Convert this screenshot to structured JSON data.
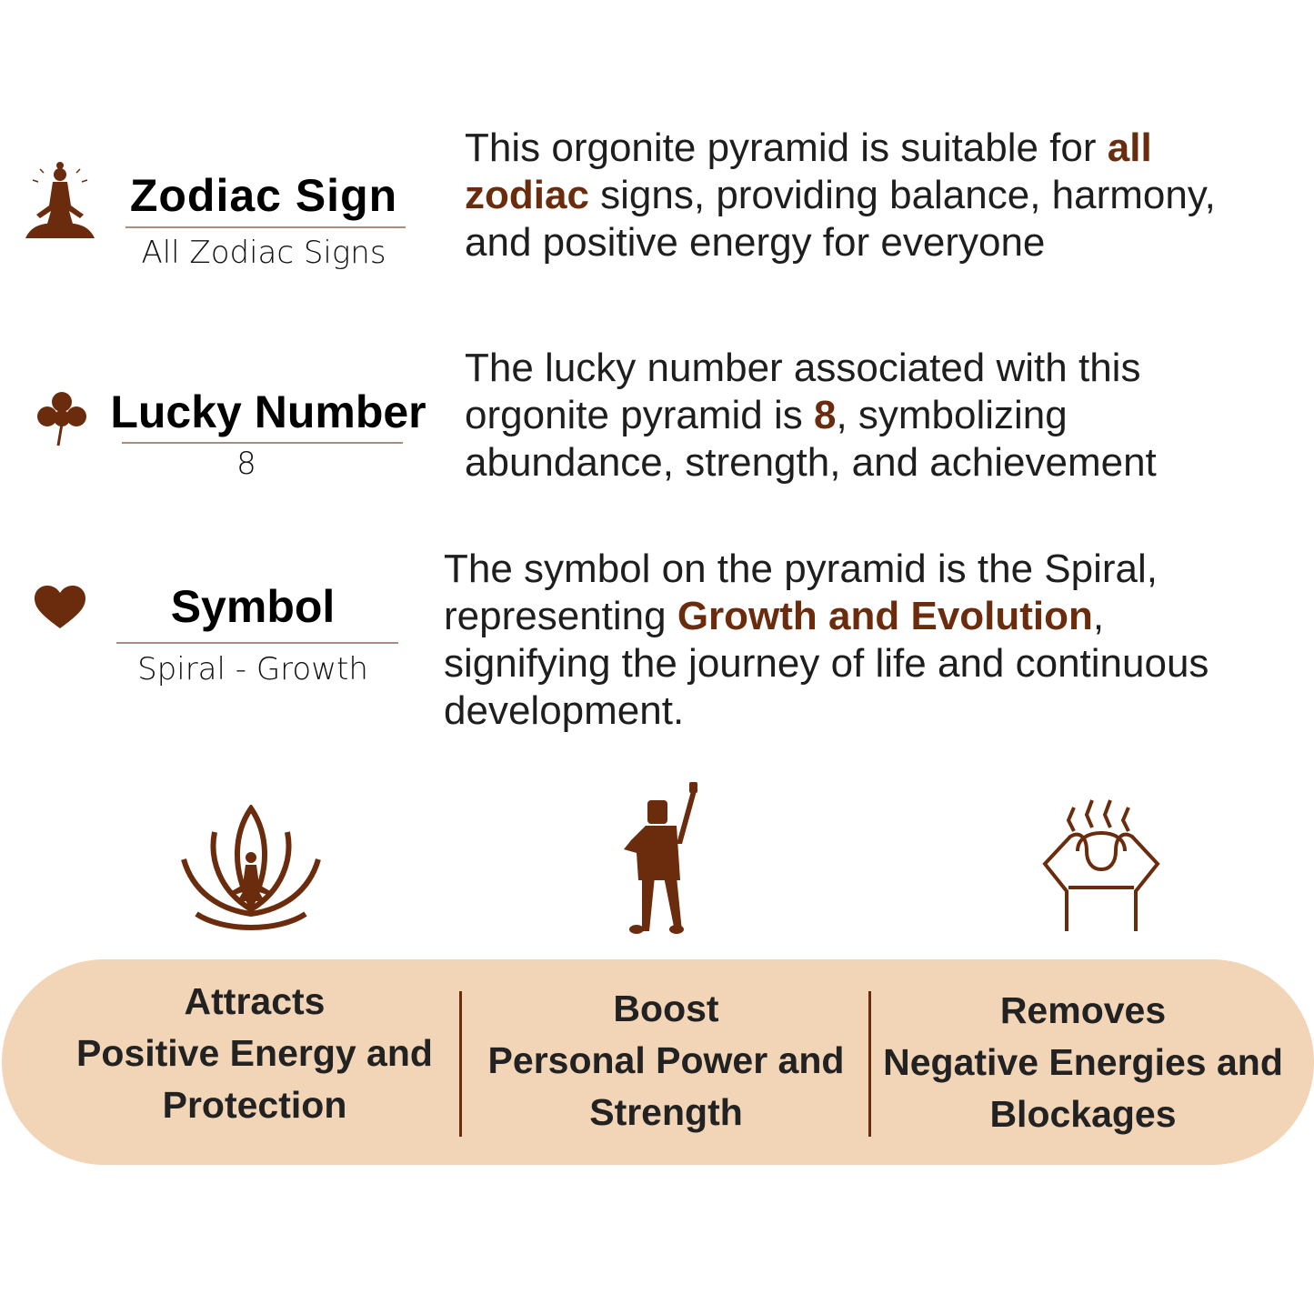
{
  "colors": {
    "accent": "#6b2c0e",
    "pill": "#f2d4b6"
  },
  "rows": [
    {
      "icon": "meditation-icon",
      "title": "Zodiac Sign",
      "subtitle": "All Zodiac Signs",
      "text": [
        "This orgonite pyramid is suitable for ",
        "all zodiac",
        " signs, providing balance, harmony, and positive energy for everyone"
      ]
    },
    {
      "icon": "clover-icon",
      "title": "Lucky Number",
      "subtitle": "8",
      "text": [
        "The lucky number associated with this orgonite pyramid is ",
        "8",
        ", symbolizing abundance, strength, and achievement"
      ]
    },
    {
      "icon": "heart-icon",
      "title": "Symbol",
      "subtitle": "Spiral - Growth",
      "text": [
        "The symbol on the pyramid is the Spiral, representing ",
        "Growth and Evolution",
        ", signifying the journey of life and continuous development."
      ]
    }
  ],
  "benefits": [
    {
      "icon": "lotus-meditation-icon",
      "lines": [
        "Attracts",
        "Positive Energy and",
        "Protection"
      ]
    },
    {
      "icon": "raised-fist-person-icon",
      "lines": [
        "Boost",
        "Personal Power and",
        "Strength"
      ]
    },
    {
      "icon": "stress-relief-icon",
      "lines": [
        "Removes",
        "Negative Energies and",
        "Blockages"
      ]
    }
  ]
}
